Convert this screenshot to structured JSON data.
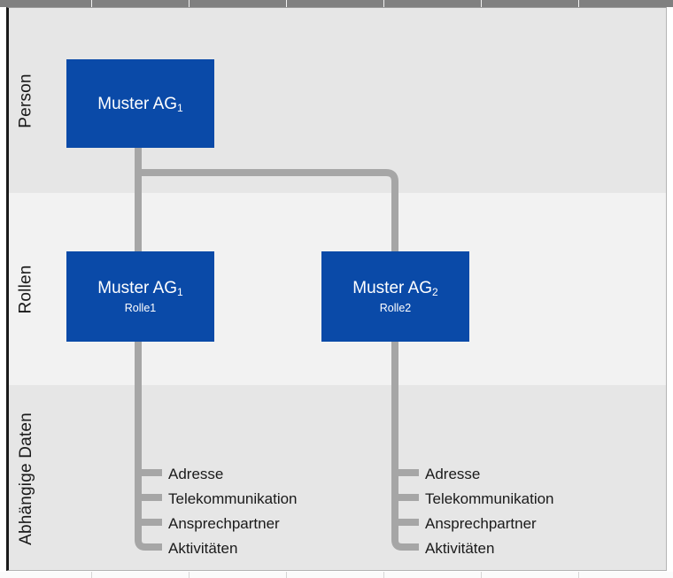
{
  "diagram": {
    "title": "Person - Rollen - Abhängige Daten",
    "accent_color": "#0a4aa8",
    "connector_color": "#a6a6a6",
    "band_shaded_color": "#e6e6e6",
    "band_plain_color": "#f2f2f2",
    "text_color": "#1a1a1a",
    "node_text_color": "#ffffff"
  },
  "lanes": [
    {
      "id": "person",
      "label": "Person"
    },
    {
      "id": "rollen",
      "label": "Rollen"
    },
    {
      "id": "daten",
      "label": "Abhängige Daten"
    }
  ],
  "nodes": [
    {
      "id": "person-1",
      "lane": "person",
      "title": "Muster AG",
      "subscript": "1",
      "subtitle": ""
    },
    {
      "id": "rolle-1",
      "lane": "rollen",
      "title": "Muster AG",
      "subscript": "1",
      "subtitle": "Rolle1"
    },
    {
      "id": "rolle-2",
      "lane": "rollen",
      "title": "Muster AG",
      "subscript": "2",
      "subtitle": "Rolle2"
    }
  ],
  "dependent_data": {
    "left_tree": {
      "parent": "rolle-1",
      "items": [
        "Adresse",
        "Telekommunikation",
        "Ansprechpartner",
        "Aktivitäten"
      ]
    },
    "right_tree": {
      "parent": "rolle-2",
      "items": [
        "Adresse",
        "Telekommunikation",
        "Ansprechpartner",
        "Aktivitäten"
      ]
    }
  },
  "connections": [
    {
      "from": "person-1",
      "to": "rolle-1"
    },
    {
      "from": "person-1",
      "to": "rolle-2"
    },
    {
      "from": "rolle-1",
      "to": "left_tree"
    },
    {
      "from": "rolle-2",
      "to": "right_tree"
    }
  ]
}
